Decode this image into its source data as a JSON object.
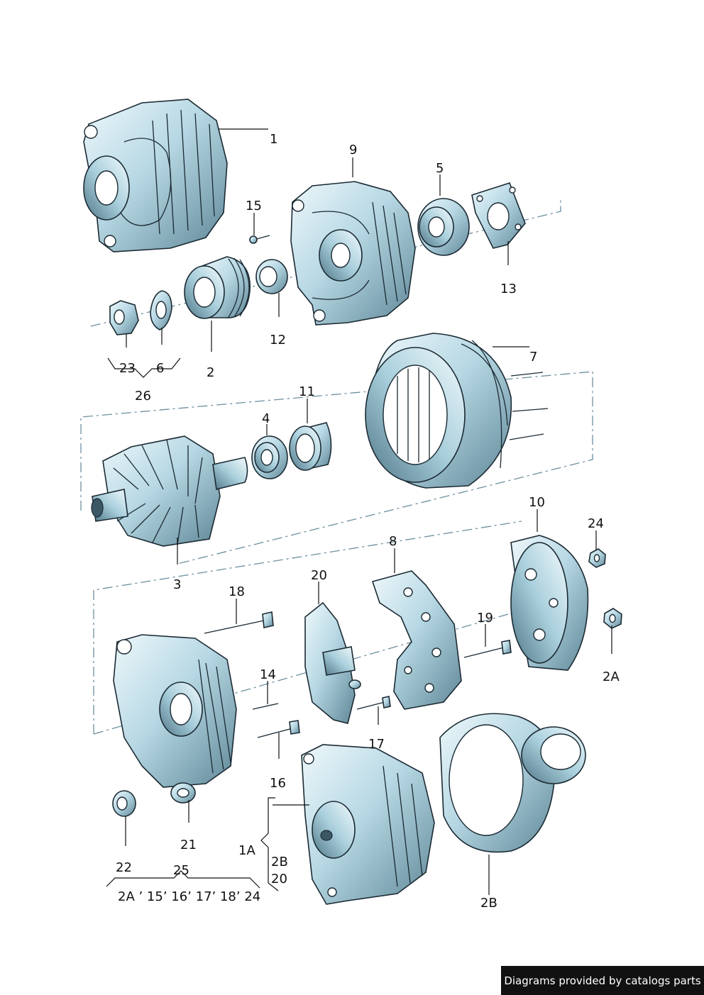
{
  "callouts": {
    "c1": "1",
    "c9": "9",
    "c5": "5",
    "c15": "15",
    "c13": "13",
    "c12": "12",
    "c23": "23",
    "c6": "6",
    "c2": "2",
    "c26": "26",
    "c7": "7",
    "c11": "11",
    "c4": "4",
    "c3": "3",
    "c10": "10",
    "c24": "24",
    "c8": "8",
    "c20": "20",
    "c18": "18",
    "c19": "19",
    "c2A_right": "2A",
    "c14": "14",
    "c17": "17",
    "c16": "16",
    "c21": "21",
    "c1A": "1A",
    "c2B_mid": "2B",
    "c20_mid": "20",
    "c22": "22",
    "c25": "25",
    "c25_list": "2A ’ 15’ 16’ 17’ 18’ 24",
    "c2B_bottom": "2B"
  },
  "colors": {
    "steel_light": "#d9eef5",
    "steel_dark": "#5f8797",
    "outline": "#1b2a33",
    "guide_line": "#6d8fa0"
  },
  "watermark": "Diagrams provided by catalogs parts"
}
